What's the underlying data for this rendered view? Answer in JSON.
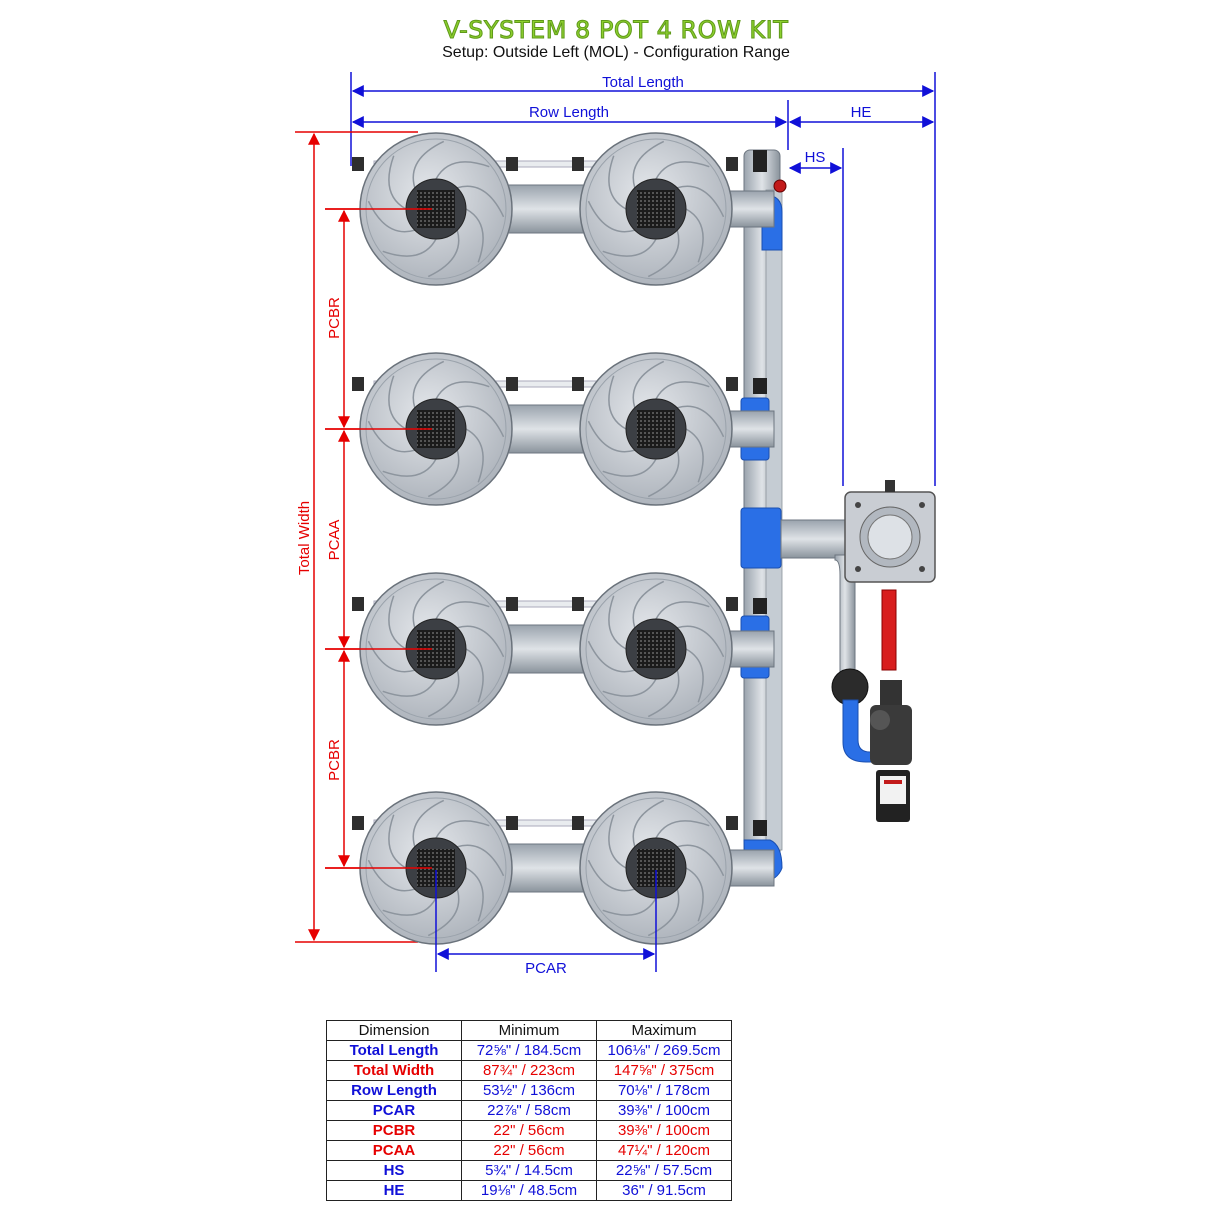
{
  "title": "V-SYSTEM 8 POT 4 ROW KIT",
  "subtitle": "Setup: Outside Left (MOL) - Configuration Range",
  "labels": {
    "total_length": "Total Length",
    "row_length": "Row Length",
    "he": "HE",
    "hs": "HS",
    "total_width": "Total Width",
    "pcbr": "PCBR",
    "pcaa": "PCAA",
    "pcar": "PCAR"
  },
  "colors": {
    "title_green": "#8ccf2e",
    "dim_blue": "#1010d8",
    "dim_red": "#e60000",
    "pipe_blue": "#2a6fe6",
    "pot_grey": "#c9cdd3"
  },
  "table": {
    "headers": [
      "Dimension",
      "Minimum",
      "Maximum"
    ],
    "rows": [
      {
        "dimension": "Total Length",
        "color": "blue",
        "min": "72⅝\" / 184.5cm",
        "max": "106⅛\" / 269.5cm"
      },
      {
        "dimension": "Total Width",
        "color": "red",
        "min": "87¾\" / 223cm",
        "max": "147⅝\" / 375cm"
      },
      {
        "dimension": "Row Length",
        "color": "blue",
        "min": "53½\" / 136cm",
        "max": "70⅛\" / 178cm"
      },
      {
        "dimension": "PCAR",
        "color": "blue",
        "min": "22⅞\" / 58cm",
        "max": "39⅜\" / 100cm"
      },
      {
        "dimension": "PCBR",
        "color": "red",
        "min": "22\" / 56cm",
        "max": "39⅜\" / 100cm"
      },
      {
        "dimension": "PCAA",
        "color": "red",
        "min": "22\" / 56cm",
        "max": "47¼\" / 120cm"
      },
      {
        "dimension": "HS",
        "color": "blue",
        "min": "5¾\" / 14.5cm",
        "max": "22⅝\" / 57.5cm"
      },
      {
        "dimension": "HE",
        "color": "blue",
        "min": "19⅛\" / 48.5cm",
        "max": "36\" / 91.5cm"
      }
    ]
  }
}
